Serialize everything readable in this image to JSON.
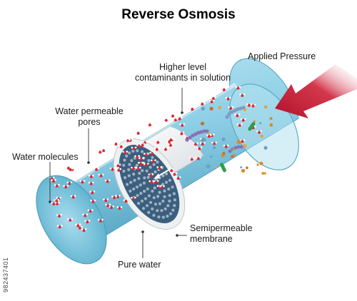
{
  "title": "Reverse Osmosis",
  "labels": {
    "applied_pressure": "Applied Pressure",
    "contaminants": [
      "Higher level",
      "contaminants in solution"
    ],
    "pores": [
      "Water permeable",
      "pores"
    ],
    "water_molecules": "Water molecules",
    "membrane": [
      "Semipermeable",
      "membrane"
    ],
    "pure_water": "Pure water"
  },
  "stock_id": "982437401",
  "colors": {
    "tube_fill": "#8fd0e6",
    "tube_end": "#5fb3cf",
    "membrane_disc": "#e8ecee",
    "pore_filter": "#3c5f7e",
    "pressure_arrow": "#c2182e",
    "contaminant_orange": "#e8a23a",
    "contaminant_purple": "#8a6fb8",
    "contaminant_green": "#2e9e4a"
  }
}
